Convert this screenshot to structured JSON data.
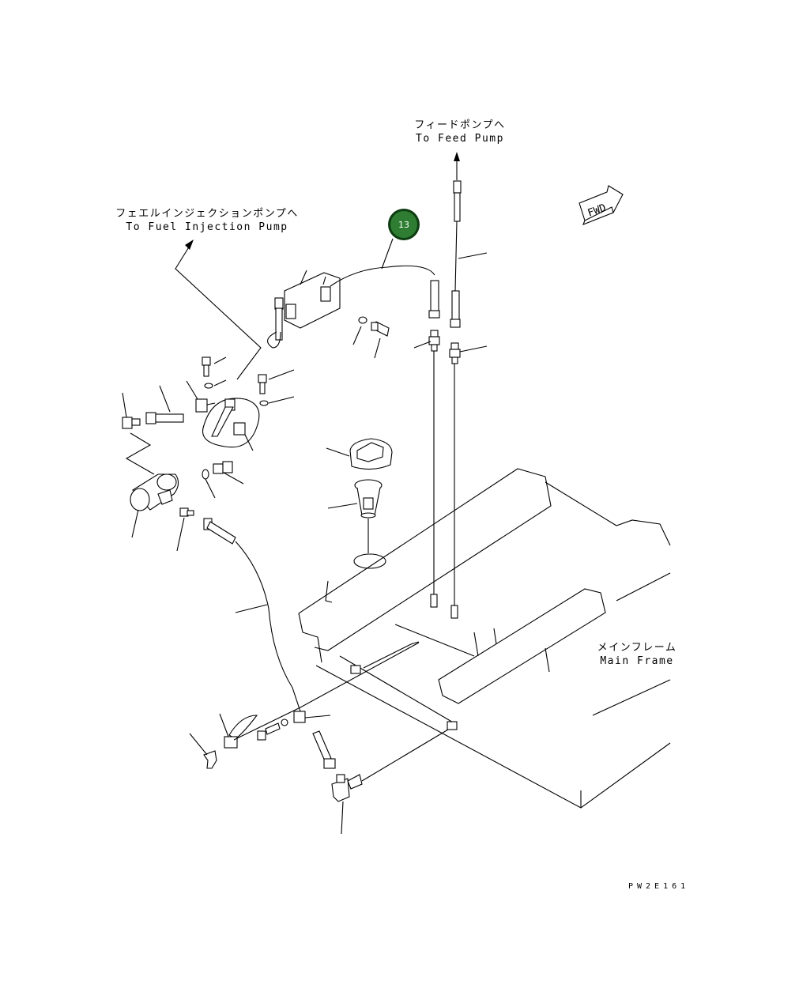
{
  "labels": {
    "fuel_injection_pump_jp": "フェエルインジェクションポンプへ",
    "fuel_injection_pump_en": "To Fuel Injection Pump",
    "feed_pump_jp": "フィードポンプへ",
    "feed_pump_en": "To Feed Pump",
    "main_frame_jp": "メインフレーム",
    "main_frame_en": "Main Frame",
    "fwd": "FWD",
    "drawing_code": "PW2E161"
  },
  "callout": {
    "number": "13",
    "color": "#2e7d32",
    "ring_color": "#0d3d10"
  }
}
